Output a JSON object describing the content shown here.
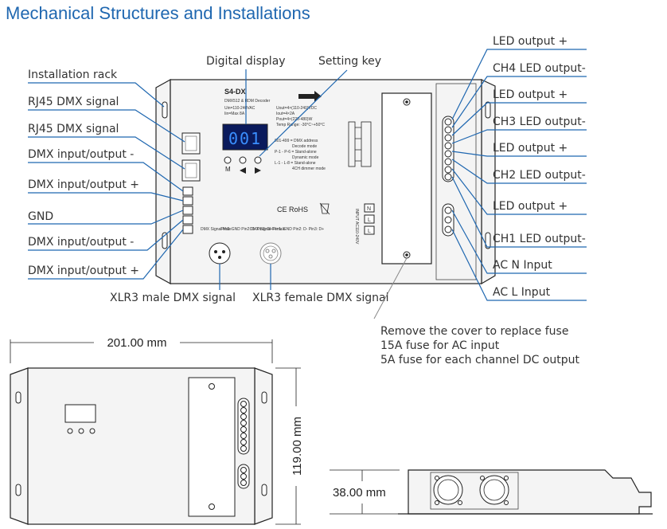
{
  "title": "Mechanical Structures and Installations",
  "labels_left": {
    "installation_rack": "Installation rack",
    "rj45_1": "RJ45 DMX signal",
    "rj45_2": "RJ45 DMX signal",
    "dmx_minus_1": "DMX input/output -",
    "dmx_plus_1": "DMX input/output +",
    "gnd": "GND",
    "dmx_minus_2": "DMX input/output -",
    "dmx_plus_2": "DMX input/output +"
  },
  "labels_top": {
    "digital_display": "Digital display",
    "setting_key": "Setting key"
  },
  "labels_right": {
    "led_plus_1": "LED output +",
    "ch4": "CH4 LED output-",
    "led_plus_2": "LED output +",
    "ch3": "CH3 LED output-",
    "led_plus_3": "LED output +",
    "ch2": "CH2 LED output-",
    "led_plus_4": "LED output +",
    "ch1": "CH1 LED output-",
    "ac_n": "AC N Input",
    "ac_l": "AC L Input"
  },
  "labels_bottom": {
    "xlr_male": "XLR3 male DMX signal",
    "xlr_female": "XLR3 female DMX signal"
  },
  "fuse_note": {
    "line1": "Remove the cover to replace fuse",
    "line2": "15A fuse for AC input",
    "line3": "5A fuse for each channel DC output"
  },
  "device": {
    "model": "S4-DX",
    "subtitle": "DMX512 & RDM Decoder",
    "spec_in_1": "Uin=110-240VAC",
    "spec_in_2": "Iin=Max 8A",
    "spec_out_1": "Uout=4×(110-240)VDC",
    "spec_out_2": "Iout=4×2A",
    "spec_out_3": "Pout=4×(220-480)W",
    "spec_out_4": "Temp Range: -30°C~+50°C",
    "display_value": "001",
    "mode_1": "001-499 = DMX address",
    "mode_1b": "Decode mode",
    "mode_2": "P-1 - P-6 = Stand-alone",
    "mode_2b": "Dynamic mode",
    "mode_3": "L-1 - L-8 = Stand-alone",
    "mode_3b": "4CH dimmer mode",
    "cert": "CE RoHS",
    "btn_m": "M",
    "xlr_male_caption": "DMX Signal Male",
    "xlr_male_pins": "Pin1: GND Pin2: D- Pin3: D+",
    "xlr_female_caption": "DMX Signal Female",
    "xlr_female_pins": "Pin1: GND Pin2: D- Pin3: D+",
    "input_label": "INPUT AC110-240V",
    "ac_terminals": [
      "N",
      "L",
      "L"
    ]
  },
  "dimensions": {
    "width": "201.00 mm",
    "height": "119.00 mm",
    "depth": "38.00 mm"
  },
  "colors": {
    "accent": "#1f67b0",
    "display_bg": "#0a1a5c",
    "display_digits": "#3a8fff"
  }
}
